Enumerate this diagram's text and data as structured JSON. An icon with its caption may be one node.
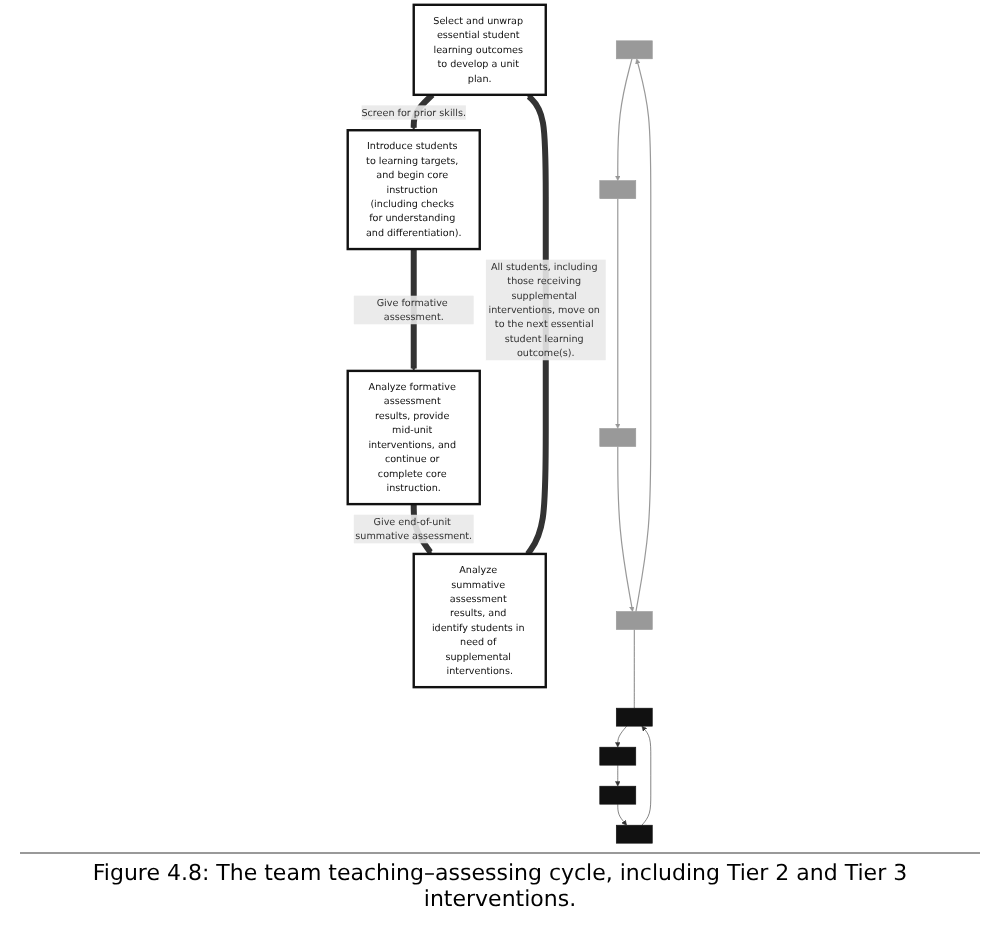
{
  "diagram": {
    "caption": "Figure 4.8: The team teaching–assessing cycle, including Tier 2 and Tier 3 interventions.",
    "nodes": [
      {
        "text": [
          "Select and unwrap essential student learning outcomes to develop a unit plan."
        ]
      },
      {
        "text": [
          "Introduce students to learning targets, and begin core instruction (including checks for understanding and differentiation)."
        ]
      },
      {
        "text": [
          "Analyze formative assessment results, provide mid-unit interventions, and continue or complete core instruction."
        ]
      },
      {
        "text": [
          "Analyze summative assessment results, and identify students in need of supplemental interventions."
        ]
      },
      {
        "text": [],
        "shape": "box"
      },
      {
        "text": [],
        "shape": "box"
      },
      {
        "text": [],
        "shape": "box"
      },
      {
        "text": [],
        "shape": "box"
      },
      {
        "text": [],
        "shape": "box"
      },
      {
        "text": [],
        "shape": "box"
      },
      {
        "text": [],
        "shape": "box"
      },
      {
        "text": [],
        "shape": "box"
      }
    ],
    "edges": [
      {
        "from": 0,
        "to": 1,
        "arrow": "to",
        "label": "Screen for prior skills.",
        "style": "thick"
      },
      {
        "from": 1,
        "to": 2,
        "arrow": "to",
        "label": "Give formative assessment.",
        "style": "thick"
      },
      {
        "from": 2,
        "to": 3,
        "arrow": "to",
        "label": "Give end-of-unit summative assessment.",
        "style": "thick"
      },
      {
        "from": 3,
        "to": 0,
        "arrow": "to",
        "label": "All students, including those receiving supplemental interventions, move on to the next essential student learning outcome(s).",
        "style": "thick"
      },
      {
        "from": 4,
        "to": 6,
        "arrow": "to",
        "color": "#999999"
      },
      {
        "from": 6,
        "to": 7,
        "arrow": "to",
        "color": "#999999"
      },
      {
        "from": 7,
        "to": 5,
        "arrow": "to",
        "color": "#999999"
      },
      {
        "from": 5,
        "to": 4,
        "arrow": "to",
        "color": "#999999"
      },
      {
        "from": 8,
        "to": 10,
        "arrow": "to"
      },
      {
        "from": 10,
        "to": 11,
        "arrow": "to"
      },
      {
        "from": 11,
        "to": 9,
        "arrow": "to"
      },
      {
        "from": 9,
        "to": 8,
        "arrow": "to"
      },
      {
        "from": 5,
        "to": 8,
        "arrow": "none"
      }
    ]
  }
}
